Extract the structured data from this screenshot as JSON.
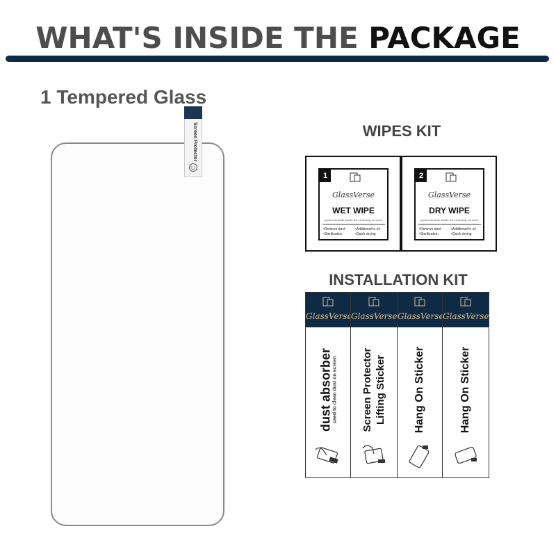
{
  "header": {
    "title_part1": "WHAT'S INSIDE THE",
    "title_part2": "PACKAGE",
    "bar_color": "#0f2a44"
  },
  "glass": {
    "label": "1 Tempered Glass",
    "tab_text": "Screen Protector"
  },
  "wipes": {
    "title": "WIPES KIT",
    "items": [
      {
        "number": "1",
        "brand": "GlassVerse",
        "name": "WET WIPE",
        "tagline": "professionally made for cleaning screens",
        "features": [
          "•Remove dust",
          "•Additional to oil",
          "•Sterilization",
          "•Quick drying"
        ]
      },
      {
        "number": "2",
        "brand": "GlassVerse",
        "name": "DRY WIPE",
        "tagline": "professionally made for cleaning screens",
        "features": [
          "•Remove dust",
          "•Additional to oil",
          "•Sterilization",
          "•Quick drying"
        ]
      }
    ]
  },
  "install": {
    "title": "INSTALLATION KIT",
    "brand_color": "#d9c08a",
    "items": [
      {
        "brand": "GlassVerse",
        "line1": "dust absorber",
        "line2": "",
        "sub": "used to clean dust on screen"
      },
      {
        "brand": "GlassVerse",
        "line1": "Screen Protector",
        "line2": "Lifting Sticker",
        "sub": ""
      },
      {
        "brand": "GlassVerse",
        "line1": "Hang On Sticker",
        "line2": "",
        "sub": ""
      },
      {
        "brand": "GlassVerse",
        "line1": "Hang On Sticker",
        "line2": "",
        "sub": ""
      }
    ]
  }
}
